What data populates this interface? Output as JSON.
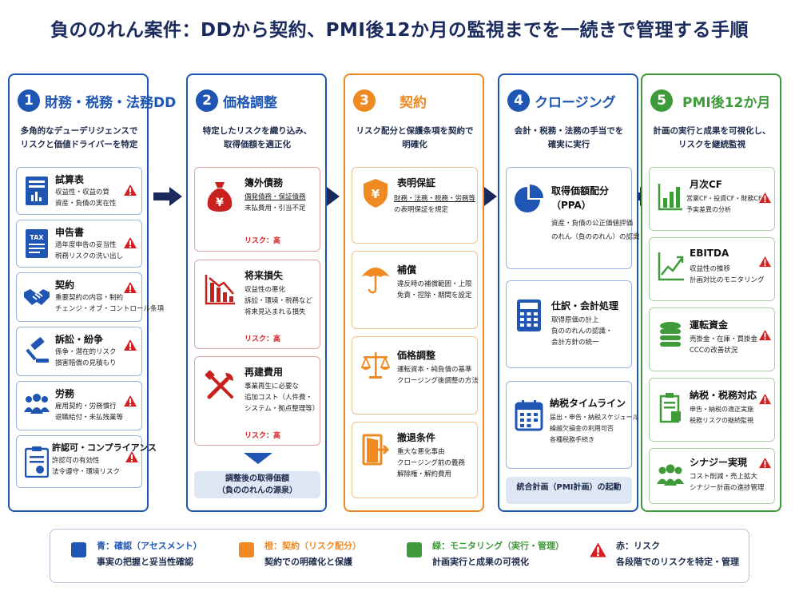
{
  "title": "負ののれん案件：DDから契約、PMI後12か月の監視までを一続きで管理する手順",
  "colors": {
    "blue": "#1f56b3",
    "orange": "#ef8a22",
    "green": "#3f9a3a",
    "red": "#d32020",
    "navy": "#1a2a5c"
  },
  "columns": [
    {
      "num": "1",
      "title": "財務・税務・法務DD",
      "desc": [
        "多角的なデューデリジェンスで",
        "リスクと価値ドライバーを特定"
      ],
      "cards": [
        {
          "icon": "spreadsheet-icon",
          "title": "試算表",
          "desc": [
            "収益性・収益の質",
            "資産・負債の実在性"
          ]
        },
        {
          "icon": "tax-document-icon",
          "title": "申告書",
          "desc": [
            "過年度申告の妥当性",
            "税務リスクの洗い出し"
          ]
        },
        {
          "icon": "handshake-icon",
          "title": "契約",
          "desc": [
            "重要契約の内容・制約",
            "チェンジ・オブ・コントロール条項"
          ]
        },
        {
          "icon": "gavel-icon",
          "title": "訴訟・紛争",
          "desc": [
            "係争・潜在的リスク",
            "損害賠償の見積もり"
          ]
        },
        {
          "icon": "people-icon",
          "title": "労務",
          "desc": [
            "雇用契約・労務慣行",
            "退職給付・未払残業等"
          ]
        },
        {
          "icon": "license-icon",
          "title": "許認可・コンプライアンス",
          "desc": [
            "許認可の有効性",
            "法令遵守・環境リスク"
          ]
        }
      ]
    },
    {
      "num": "2",
      "title": "価格調整",
      "desc": [
        "特定したリスクを織り込み、",
        "取得価額を適正化"
      ],
      "cards": [
        {
          "icon": "money-bag-icon",
          "title": "簿外債務",
          "desc": [
            "偶発債務・保証債務",
            "未払費用・引当不足"
          ],
          "risk": "リスク：高"
        },
        {
          "icon": "declining-chart-icon",
          "title": "将来損失",
          "desc": [
            "収益性の悪化",
            "訴訟・環境・税務など",
            "将来見込まれる損失"
          ],
          "risk": "リスク：高"
        },
        {
          "icon": "tools-icon",
          "title": "再建費用",
          "desc": [
            "事業再生に必要な",
            "追加コスト（人件費・",
            "システム・拠点整理等）"
          ],
          "risk": "リスク：高"
        }
      ],
      "bottom": [
        "調整後の取得価額",
        "（負ののれんの源泉）"
      ]
    },
    {
      "num": "3",
      "title": "契約",
      "desc": [
        "リスク配分と保護条項を契約で",
        "明確化"
      ],
      "cards": [
        {
          "icon": "shield-yen-icon",
          "title": "表明保証",
          "desc": [
            "財務・法務・税務・労務等",
            "の表明保証を規定"
          ]
        },
        {
          "icon": "umbrella-icon",
          "title": "補償",
          "desc": [
            "違反時の補償範囲・上限",
            "免責・控除・期間を設定"
          ]
        },
        {
          "icon": "scale-icon",
          "title": "価格調整",
          "desc": [
            "運転資本・純負債の基準",
            "クロージング後調整の方法"
          ]
        },
        {
          "icon": "exit-door-icon",
          "title": "撤退条件",
          "desc": [
            "重大な悪化事由",
            "クロージング前の義務",
            "解除権・解約費用"
          ]
        }
      ]
    },
    {
      "num": "4",
      "title": "クロージング",
      "desc": [
        "会計・税務・法務の手当でを",
        "確実に実行"
      ],
      "cards": [
        {
          "icon": "pie-chart-icon",
          "title": "取得価額配分",
          "title2": "（PPA）",
          "desc": [
            "資産・負債の公正価値評価",
            "のれん（負ののれん）の認識"
          ]
        },
        {
          "icon": "calculator-icon",
          "title": "仕訳・会計処理",
          "desc": [
            "取得原価の計上",
            "負ののれんの認識・",
            "会計方針の統一"
          ]
        },
        {
          "icon": "calendar-icon",
          "title": "納税タイムライン",
          "desc": [
            "届出・申告・納税スケジュール",
            "繰越欠損金の利用可否",
            "各種税務手続き"
          ]
        }
      ],
      "bottom": [
        "統合計画（PMI計画）の起動"
      ]
    },
    {
      "num": "5",
      "title": "PMI後12か月",
      "desc": [
        "計画の実行と成果を可視化し、",
        "リスクを継続監視"
      ],
      "cards": [
        {
          "icon": "bar-chart-icon",
          "title": "月次CF",
          "desc": [
            "営業CF・投資CF・財務CF",
            "予実差異の分析"
          ]
        },
        {
          "icon": "line-chart-icon",
          "title": "EBITDA",
          "desc": [
            "収益性の推移",
            "計画対比のモニタリング"
          ]
        },
        {
          "icon": "coins-icon",
          "title": "運転資金",
          "desc": [
            "売掛金・在庫・買掛金",
            "CCCの改善状況"
          ]
        },
        {
          "icon": "tax-building-icon",
          "title": "納税・税務対応",
          "desc": [
            "申告・納税の適正実施",
            "税務リスクの継続監視"
          ]
        },
        {
          "icon": "team-icon",
          "title": "シナジー実現",
          "desc": [
            "コスト削減・売上拡大",
            "シナジー計画の進捗管理"
          ]
        }
      ]
    }
  ],
  "legend": [
    {
      "t1": "青：確認（アセスメント）",
      "t2": "事実の把握と妥当性確認",
      "color": "#1f56b3"
    },
    {
      "t1": "橙：契約（リスク配分）",
      "t2": "契約での明確化と保護",
      "color": "#ef8a22"
    },
    {
      "t1": "緑：モニタリング（実行・管理）",
      "t2": "計画実行と成果の可視化",
      "color": "#3f9a3a"
    },
    {
      "t1": "赤：リスク",
      "t2": "各段階でのリスクを特定・管理",
      "color": "#d32020"
    }
  ]
}
